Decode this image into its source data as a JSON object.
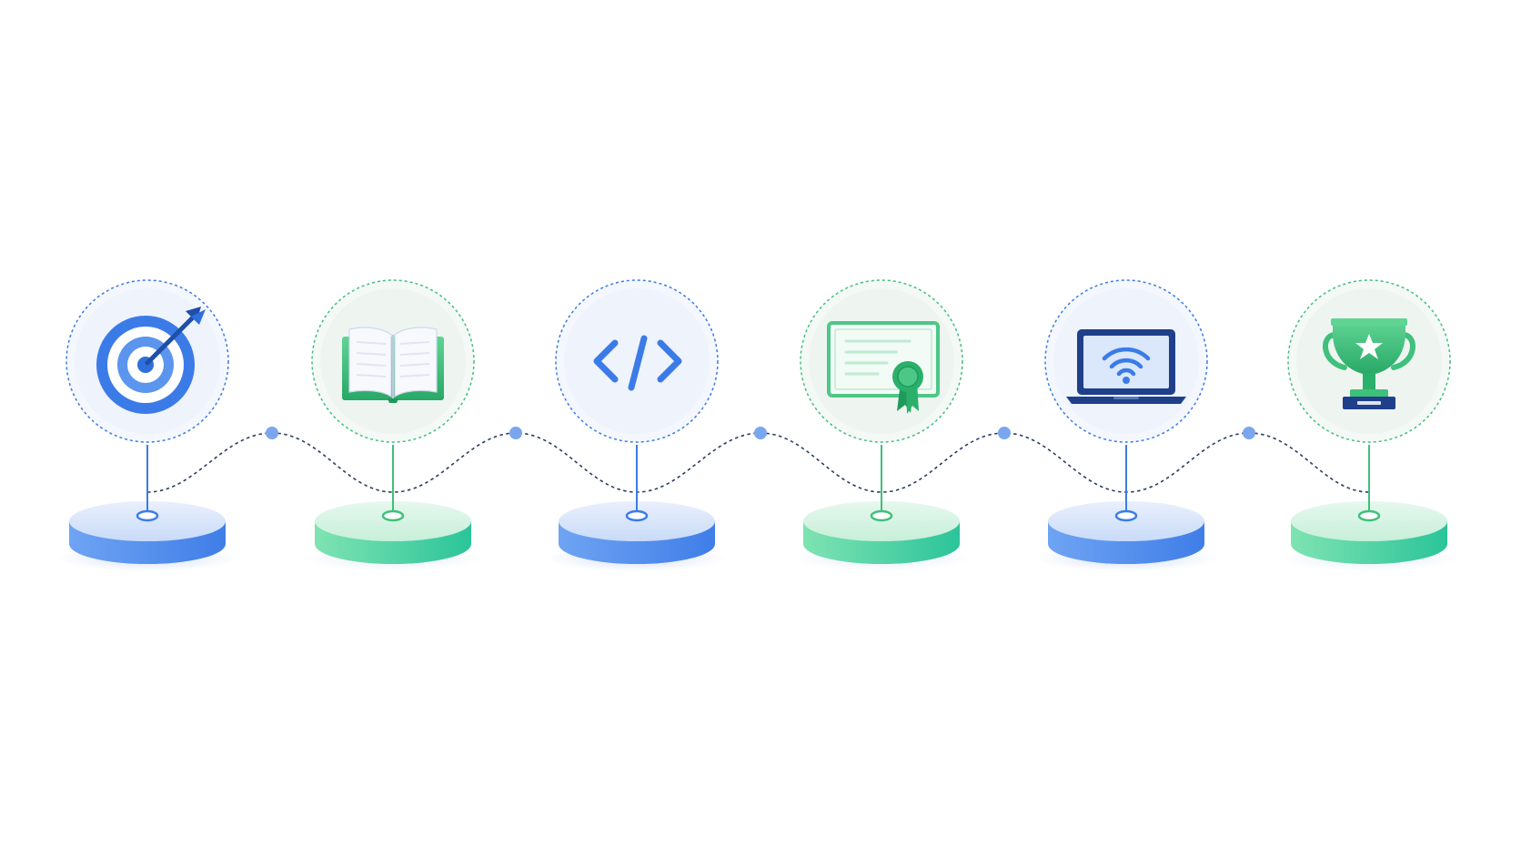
{
  "diagram": {
    "nodes": [
      {
        "icon": "target-icon",
        "color": "blue"
      },
      {
        "icon": "book-icon",
        "color": "green"
      },
      {
        "icon": "code-icon",
        "color": "blue"
      },
      {
        "icon": "certificate-icon",
        "color": "green"
      },
      {
        "icon": "laptop-wifi-icon",
        "color": "blue"
      },
      {
        "icon": "trophy-icon",
        "color": "green"
      }
    ],
    "colors": {
      "blue": "#3b7be8",
      "blue_light": "#8db8f7",
      "blue_dark": "#1f3f8a",
      "green": "#3fc07b",
      "green_light": "#86e3b0",
      "green_dark": "#1f9a5a",
      "teal": "#2cc7a4",
      "connector": "#2c3e62",
      "circle_fill": "#eef3fc"
    }
  }
}
